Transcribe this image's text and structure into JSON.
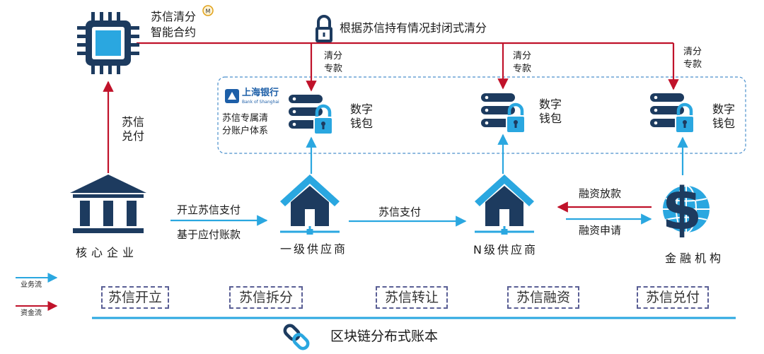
{
  "contract": {
    "line1": "苏信清分",
    "line2": "智能合约"
  },
  "lock_route": "根据苏信持有情况封闭式清分",
  "clearing_funds": [
    "清分",
    "专款"
  ],
  "bank": {
    "name_cn": "上海银行",
    "name_en": "Bank of Shanghai",
    "desc_line1": "苏信专属清",
    "desc_line2": "分账户体系"
  },
  "wallet": [
    "数字",
    "钱包"
  ],
  "core_payment": [
    "苏信",
    "兑付"
  ],
  "core_enterprise": "核心企业",
  "tier1_supplier": "一级供应商",
  "tierN_supplier": "N级供应商",
  "finance": "金融机构",
  "flow_labels": {
    "open": "开立苏信支付",
    "based_on": "基于应付账款",
    "pay": "苏信支付",
    "loan": "融资放款",
    "apply": "融资申请"
  },
  "legend": {
    "business": "业务流",
    "funds": "资金流"
  },
  "steps": [
    "苏信开立",
    "苏信拆分",
    "苏信转让",
    "苏信融资",
    "苏信兑付"
  ],
  "ledger": "区块链分布式账本",
  "colors": {
    "navy": "#1d3b5f",
    "blue": "#2aa7e0",
    "red": "#c0122a",
    "tag_border": "#5a5f95"
  }
}
